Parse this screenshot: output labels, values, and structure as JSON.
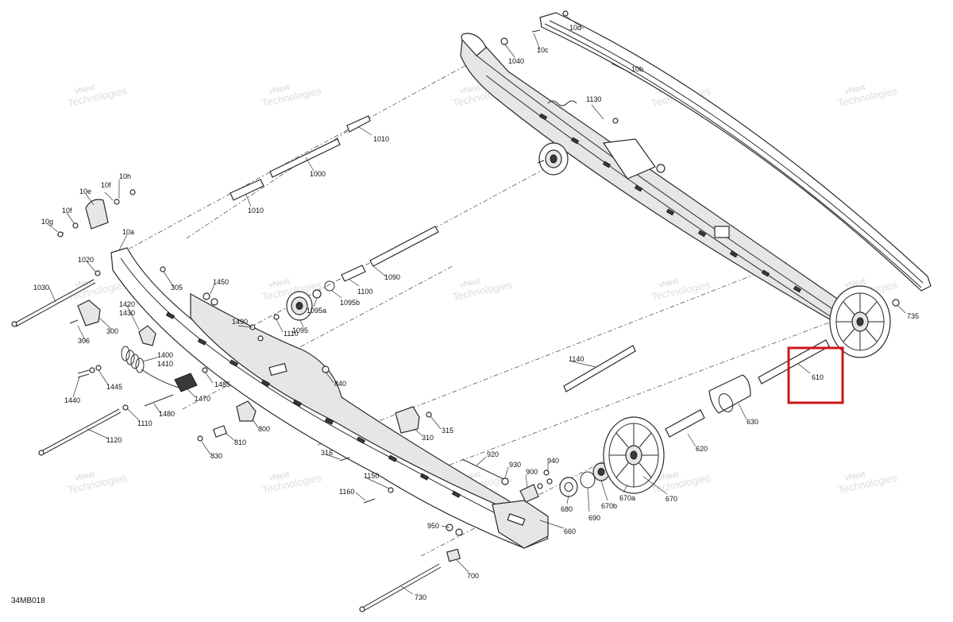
{
  "diagram": {
    "code": "34MB018",
    "watermark": {
      "line1": "vNext",
      "line2": "Technologies"
    },
    "highlight_label": "610",
    "labels": {
      "l10d": "10d",
      "l10c": "10c",
      "l1040": "1040",
      "l10b": "10b",
      "l1130": "1130",
      "l1010": "1010",
      "l1000": "1000",
      "l1010b": "1010",
      "l10h": "10h",
      "l10f": "10f",
      "l10e": "10e",
      "l10f2": "10f",
      "l10g": "10g",
      "l10a": "10a",
      "l1020": "1020",
      "l1030": "1030",
      "l305": "305",
      "l1450": "1450",
      "l1090": "1090",
      "l1100": "1100",
      "l1095b": "1095b",
      "l1095a": "1095a",
      "l1095": "1095",
      "l1420": "1420",
      "l1430": "1430",
      "l306": "306",
      "l300": "300",
      "l1490": "1490",
      "l1110": "1110",
      "l1400": "1400",
      "l1410": "1410",
      "l1440": "1440",
      "l1445": "1445",
      "l1485": "1485",
      "l840": "840",
      "l1470": "1470",
      "l1480": "1480",
      "l1110b": "1110",
      "l1120": "1120",
      "l800": "800",
      "l810": "810",
      "l830": "830",
      "l310": "310",
      "l315": "315",
      "l1140": "1140",
      "l735": "735",
      "l630": "630",
      "l620": "620",
      "l316": "316",
      "l920": "920",
      "l930": "930",
      "l940": "940",
      "l900": "900",
      "l1150": "1150",
      "l1160": "1160",
      "l680": "680",
      "l690": "690",
      "l670b": "670b",
      "l670a": "670a",
      "l670": "670",
      "l660": "660",
      "l950": "950",
      "l700": "700",
      "l730": "730"
    }
  }
}
